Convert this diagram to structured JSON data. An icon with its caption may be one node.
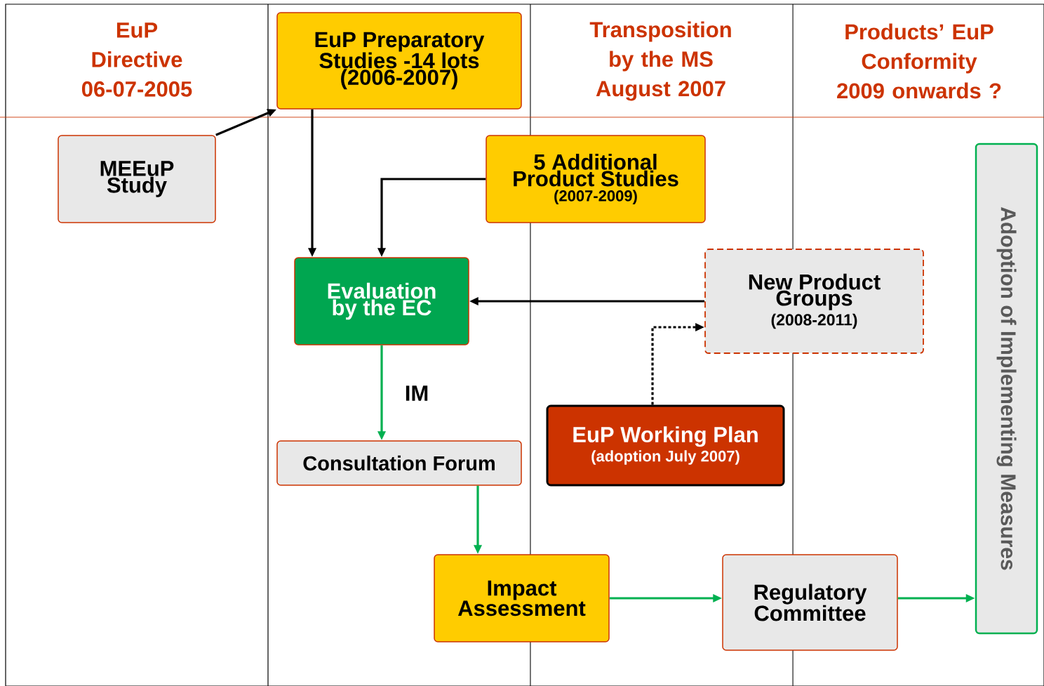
{
  "diagram": {
    "nodes": [
      {
        "text": [
          "EuP Preparatory Studies -14 lots (2006-2007)"
        ]
      },
      {
        "text": [
          "MEEuP Study"
        ]
      },
      {
        "text": [
          "5 Additional Product Studies",
          "(2007-2009)"
        ]
      },
      {
        "text": [
          "Evaluation by the EC"
        ]
      },
      {
        "text": [
          "New Product Groups",
          "(2008-2011)"
        ]
      },
      {
        "text": [
          "Consultation Forum"
        ]
      },
      {
        "text": [
          "EuP Working Plan",
          "(adoption July 2007)"
        ]
      },
      {
        "text": [
          "Impact Assessment"
        ]
      },
      {
        "text": [
          "Regulatory Committee"
        ]
      },
      {
        "text": [
          "Adoption of Implementing Measures"
        ]
      }
    ],
    "edges": [
      {
        "from": 1,
        "to": 0,
        "arrow": "to"
      },
      {
        "from": 0,
        "to": 3,
        "arrow": "to"
      },
      {
        "from": 2,
        "to": 3,
        "arrow": "to"
      },
      {
        "from": 4,
        "to": 3,
        "arrow": "to"
      },
      {
        "from": 6,
        "to": 4,
        "arrow": "to",
        "style": "dashed"
      },
      {
        "from": 3,
        "to": 5,
        "arrow": "to",
        "label": "IM",
        "color": "#00b050"
      },
      {
        "from": 5,
        "to": 7,
        "arrow": "to",
        "color": "#00b050"
      },
      {
        "from": 7,
        "to": 8,
        "arrow": "to",
        "color": "#00b050"
      },
      {
        "from": 8,
        "to": 9,
        "arrow": "to",
        "color": "#00b050"
      }
    ],
    "labels": [
      "EuP Directive 06-07-2005",
      "Transposition by the MS August 2007",
      "Products’ EuP Conformity 2009 onwards ?"
    ]
  }
}
